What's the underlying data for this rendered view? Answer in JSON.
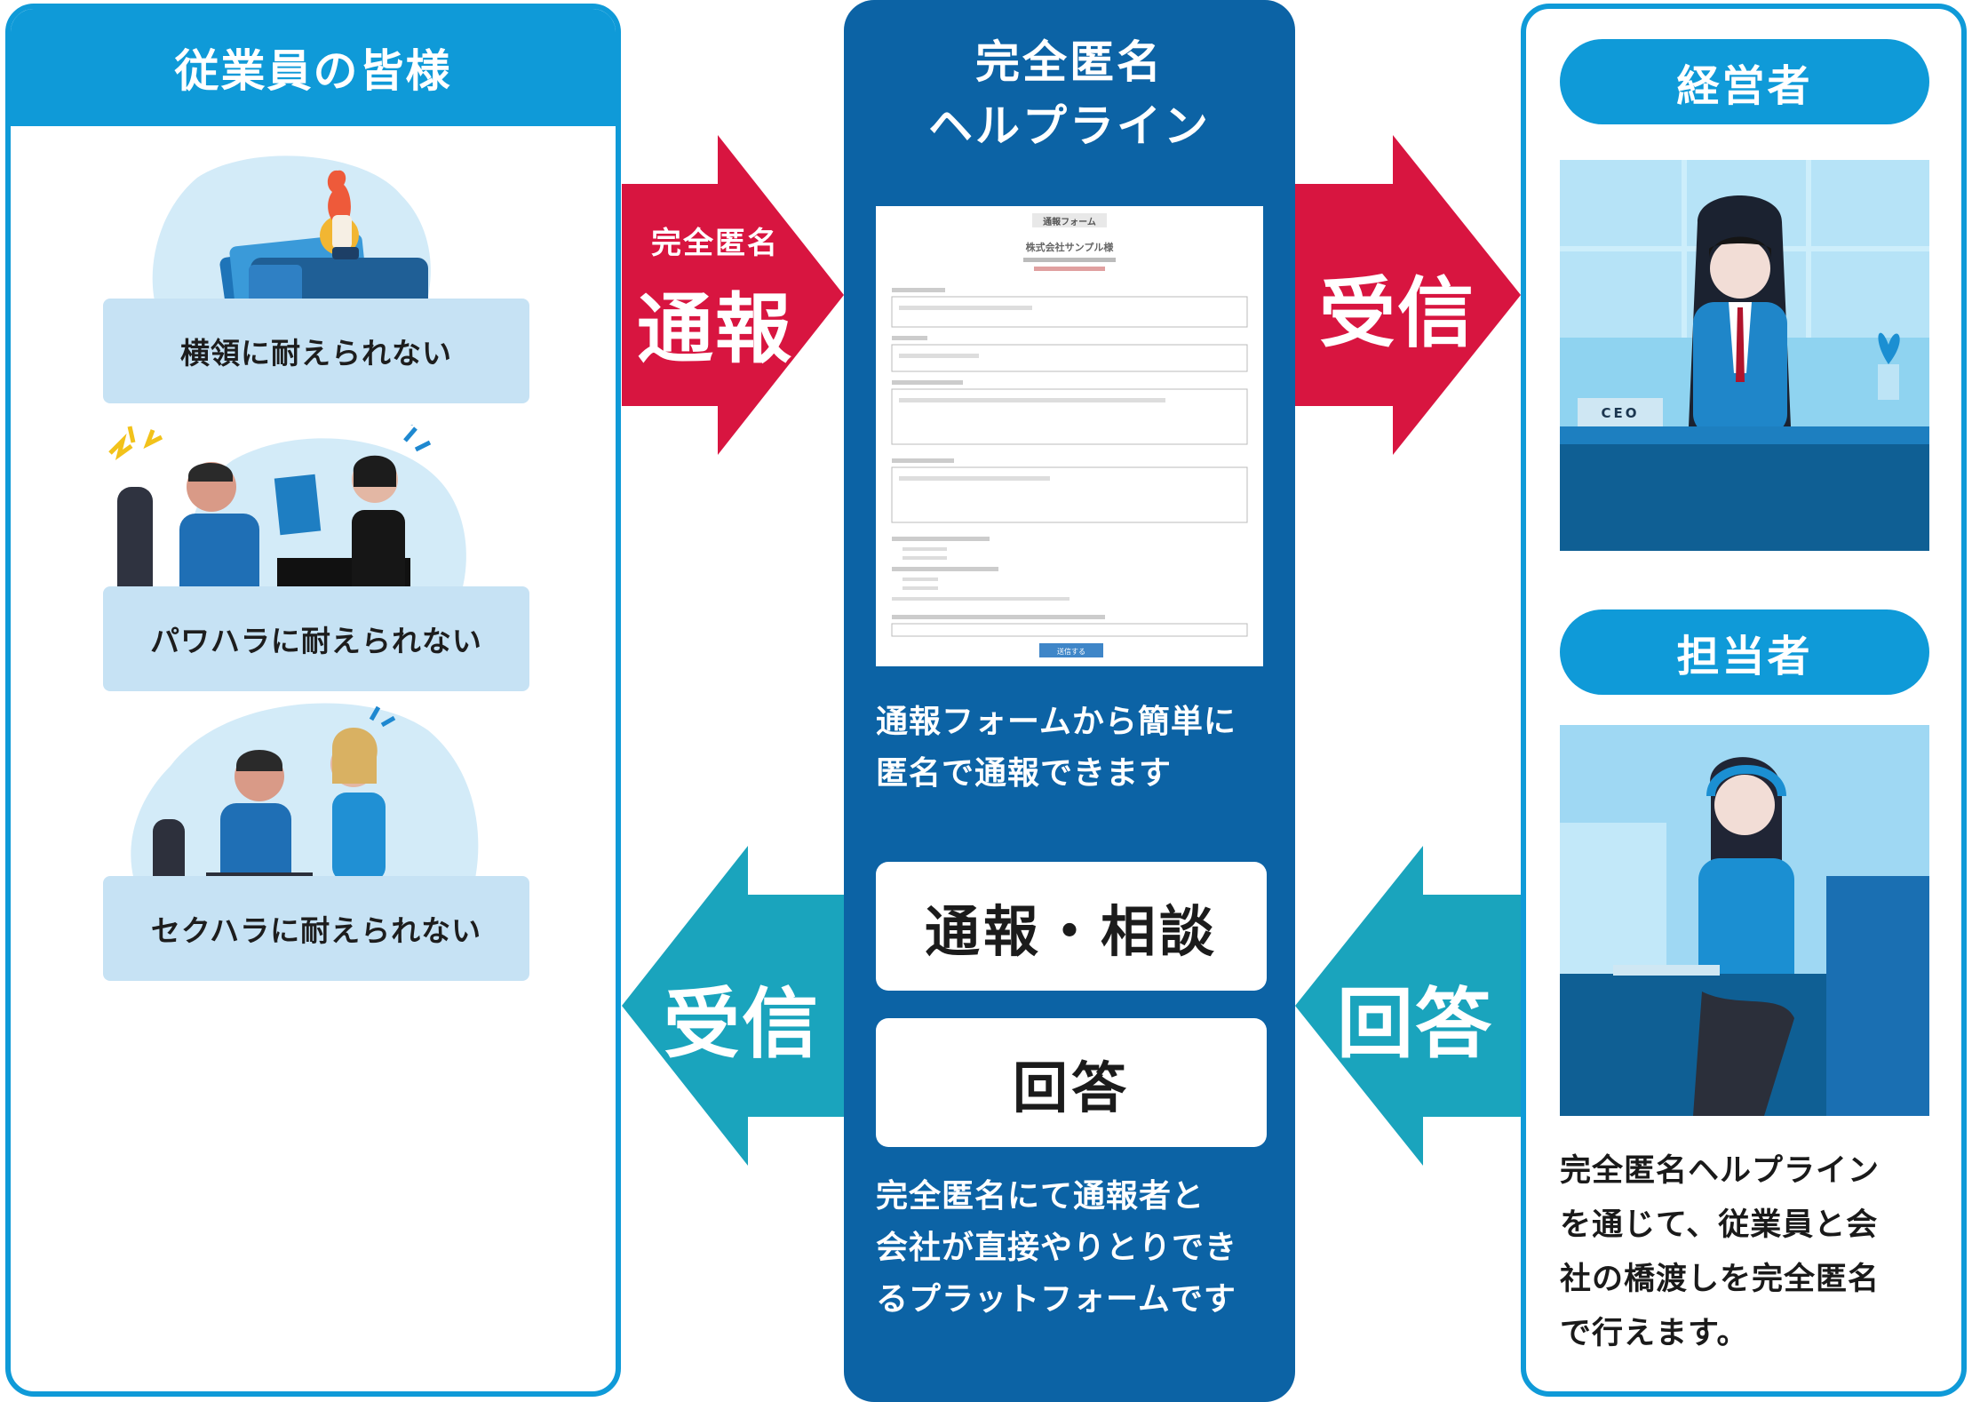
{
  "colors": {
    "panel_blue": "#0f9ad8",
    "center_navy": "#0c63a5",
    "label_bg": "#c6e2f4",
    "arrow_red": "#d81540",
    "arrow_teal": "#1aa4bd"
  },
  "left": {
    "title": "従業員の皆様",
    "cases": [
      {
        "label": "横領に耐えられない",
        "icon": "embezzlement-illustration"
      },
      {
        "label": "パワハラに耐えられない",
        "icon": "power-harassment-illustration"
      },
      {
        "label": "セクハラに耐えられない",
        "icon": "sexual-harassment-illustration"
      }
    ]
  },
  "arrows": {
    "report_small": "完全匿名",
    "report_big": "通報",
    "receive_right": "受信",
    "answer_right": "回答",
    "receive_left": "受信"
  },
  "center": {
    "title_line1": "完全匿名",
    "title_line2": "ヘルプライン",
    "form_title": "通報フォーム",
    "form_company": "株式会社サンプル様",
    "form_button": "送信する",
    "desc_line1": "通報フォームから簡単に",
    "desc_line2": "匿名で通報できます",
    "pill_1": "通報・相談",
    "pill_2": "回答",
    "bottom_line1": "完全匿名にて通報者と",
    "bottom_line2": "会社が直接やりとりでき",
    "bottom_line3": "るプラットフォームです"
  },
  "right": {
    "role_1": "経営者",
    "ceo_plate": "CEO",
    "role_2": "担当者",
    "desc_line1": "完全匿名ヘルプライン",
    "desc_line2": "を通じて、従業員と会",
    "desc_line3": "社の橋渡しを完全匿名",
    "desc_line4": "で行えます。"
  }
}
